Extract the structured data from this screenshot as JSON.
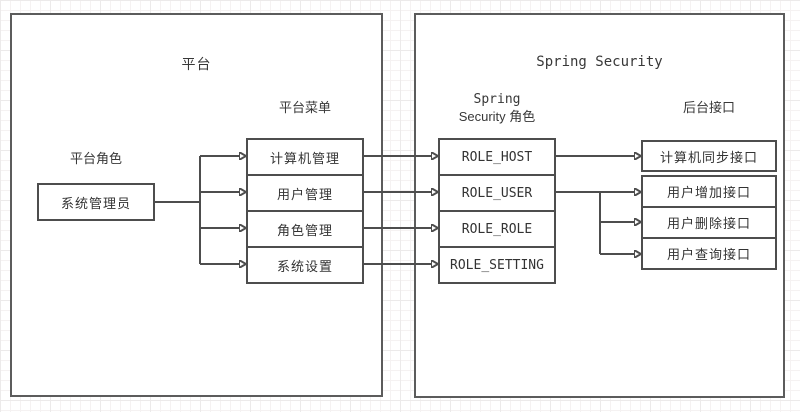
{
  "platform": {
    "title": "平台",
    "role_group_label": "平台角色",
    "menu_group_label": "平台菜单",
    "admin_node": "系统管理员",
    "menus": [
      "计算机管理",
      "用户管理",
      "角色管理",
      "系统设置"
    ]
  },
  "spring": {
    "title": "Spring Security",
    "role_group_label_line1": "Spring",
    "role_group_label_line2": "Security 角色",
    "api_group_label": "后台接口",
    "roles": [
      "ROLE_HOST",
      "ROLE_USER",
      "ROLE_ROLE",
      "ROLE_SETTING"
    ],
    "apis": [
      "计算机同步接口",
      "用户增加接口",
      "用户删除接口",
      "用户查询接口"
    ]
  },
  "connections": [
    {
      "from": "系统管理员",
      "to": "计算机管理"
    },
    {
      "from": "系统管理员",
      "to": "用户管理"
    },
    {
      "from": "系统管理员",
      "to": "角色管理"
    },
    {
      "from": "系统管理员",
      "to": "系统设置"
    },
    {
      "from": "计算机管理",
      "to": "ROLE_HOST"
    },
    {
      "from": "用户管理",
      "to": "ROLE_USER"
    },
    {
      "from": "角色管理",
      "to": "ROLE_ROLE"
    },
    {
      "from": "系统设置",
      "to": "ROLE_SETTING"
    },
    {
      "from": "ROLE_HOST",
      "to": "计算机同步接口"
    },
    {
      "from": "ROLE_USER",
      "to": "用户增加接口"
    },
    {
      "from": "ROLE_USER",
      "to": "用户删除接口"
    },
    {
      "from": "ROLE_USER",
      "to": "用户查询接口"
    }
  ],
  "colors": {
    "stroke": "#4d4d4d",
    "container_stroke": "#5c5c5c",
    "text": "#383838",
    "grid_minor": "#f5f2f2",
    "grid_major": "#eceaea",
    "background": "#ffffff"
  }
}
